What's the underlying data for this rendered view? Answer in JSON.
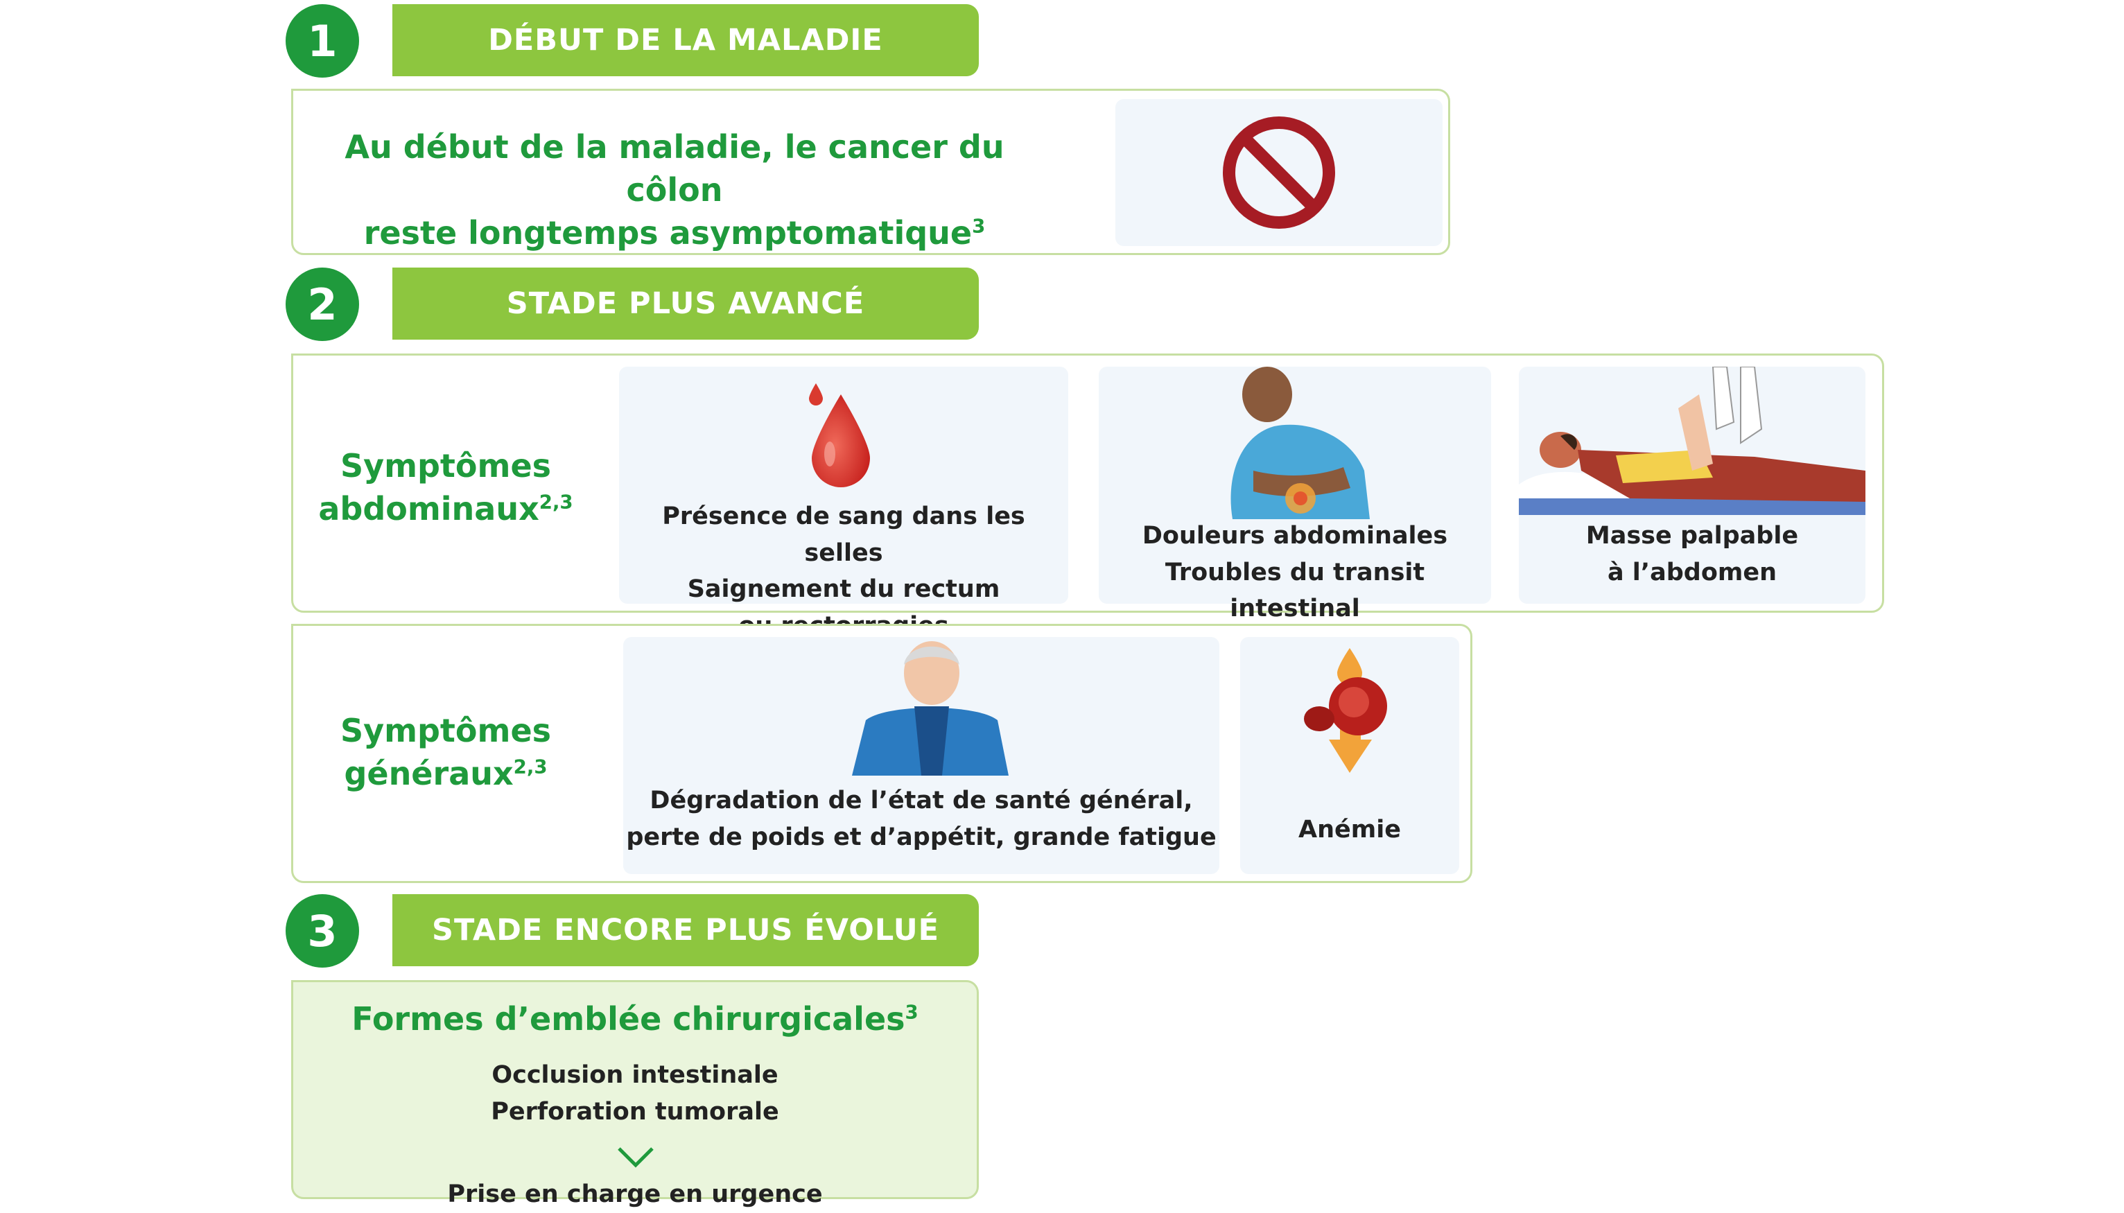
{
  "steps": [
    {
      "number": "1",
      "title": "DÉBUT DE LA MALADIE"
    },
    {
      "number": "2",
      "title": "STADE PLUS AVANCÉ"
    },
    {
      "number": "3",
      "title": "STADE ENCORE PLUS ÉVOLUÉ"
    }
  ],
  "step1": {
    "line1": "Au début de la maladie, le cancer du côlon",
    "line2": "reste longtemps asymptomatique",
    "line2_sup": "3",
    "icon": "prohibited-icon"
  },
  "abdominal": {
    "label_line1": "Symptômes",
    "label_line2": "abdominaux",
    "label_sup": "2,3",
    "cards": [
      {
        "icon": "blood-drop-icon",
        "lines": [
          "Présence de sang dans les selles",
          "Saignement du rectum",
          "ou rectorragies"
        ]
      },
      {
        "icon": "abdominal-pain-person-icon",
        "lines": [
          "Douleurs abdominales",
          "Troubles du transit intestinal"
        ]
      },
      {
        "icon": "abdomen-palpation-icon",
        "lines": [
          "Masse palpable",
          "à l’abdomen"
        ]
      }
    ]
  },
  "general": {
    "label_line1": "Symptômes",
    "label_line2": "généraux",
    "label_sup": "2,3",
    "cards": [
      {
        "icon": "elderly-person-icon",
        "lines": [
          "Dégradation de l’état de santé général,",
          "perte de poids et d’appétit, grande fatigue"
        ]
      },
      {
        "icon": "red-blood-cells-icon",
        "lines": [
          "Anémie"
        ]
      }
    ]
  },
  "step3": {
    "title": "Formes d’emblée chirurgicales",
    "title_sup": "3",
    "line1": "Occlusion intestinale",
    "line2": "Perforation tumorale",
    "arrow_icon": "chevron-down-icon",
    "result": "Prise en charge en urgence"
  },
  "colors": {
    "dark_green": "#1f9a3c",
    "light_green": "#8dc63f",
    "border_green": "#c7dfa2",
    "tint_green": "#eaf5dc",
    "card_blue": "#f1f6fb",
    "prohibit_red": "#a61c24"
  }
}
